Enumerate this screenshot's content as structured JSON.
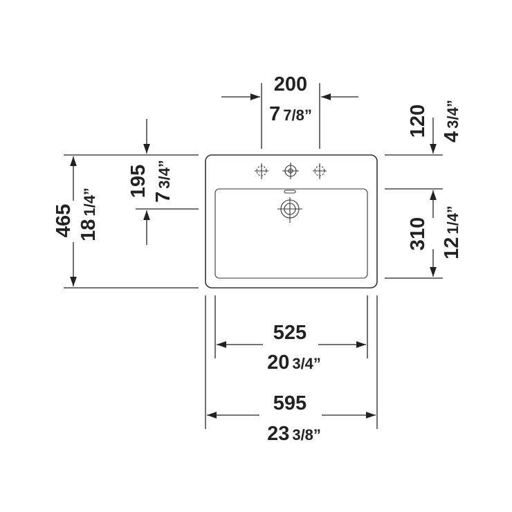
{
  "dimensions": {
    "tap_spacing": {
      "mm": "200",
      "in_whole": "7",
      "in_frac": "7/8”"
    },
    "back_ledge": {
      "mm": "120",
      "in_whole": "4",
      "in_frac": "3/4”"
    },
    "depth_to_drain": {
      "mm": "195",
      "in_whole": "7",
      "in_frac": "3/4”"
    },
    "total_depth": {
      "mm": "465",
      "in_whole": "18",
      "in_frac": "1/4”"
    },
    "bowl_depth": {
      "mm": "310",
      "in_whole": "12",
      "in_frac": "1/4”"
    },
    "bowl_width": {
      "mm": "525",
      "in_whole": "20",
      "in_frac": "3/4”"
    },
    "total_width": {
      "mm": "595",
      "in_whole": "23",
      "in_frac": "3/8”"
    }
  },
  "colors": {
    "ink": "#222222",
    "background": "#ffffff"
  }
}
